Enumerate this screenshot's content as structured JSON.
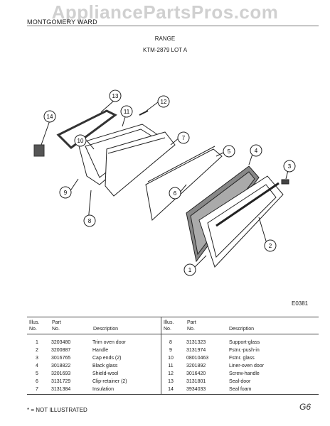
{
  "header": {
    "brand": "MONTGOMERY WARD",
    "watermark": "AppliancePartsPros.com",
    "title": "RANGE",
    "model": "KTM-2879 LOT A"
  },
  "diagram": {
    "code": "E0381",
    "callouts": [
      "13",
      "12",
      "11",
      "14",
      "10",
      "7",
      "5",
      "4",
      "3",
      "6",
      "9",
      "8",
      "2",
      "1"
    ]
  },
  "table": {
    "headers": {
      "illus": "Illus.",
      "no": "No.",
      "part": "Part",
      "part_no": "No.",
      "description": "Description"
    },
    "left_rows": [
      {
        "illus": "1",
        "part": "3203480",
        "desc": "Trim oven door"
      },
      {
        "illus": "2",
        "part": "3200887",
        "desc": "Handle"
      },
      {
        "illus": "3",
        "part": "3016765",
        "desc": "Cap ends (2)"
      },
      {
        "illus": "4",
        "part": "3018822",
        "desc": "Black glass"
      },
      {
        "illus": "5",
        "part": "3201693",
        "desc": "Shield-wool"
      },
      {
        "illus": "6",
        "part": "3131729",
        "desc": "Clip-retainer (2)"
      },
      {
        "illus": "7",
        "part": "3131384",
        "desc": "Insulation"
      }
    ],
    "right_rows": [
      {
        "illus": "8",
        "part": "3131323",
        "desc": "Support-glass"
      },
      {
        "illus": "9",
        "part": "3131974",
        "desc": "Fstnr.-push-in"
      },
      {
        "illus": "10",
        "part": "08010463",
        "desc": "Fstnr. glass"
      },
      {
        "illus": "11",
        "part": "3201892",
        "desc": "Liner-oven door"
      },
      {
        "illus": "12",
        "part": "3016420",
        "desc": "Screw-handle"
      },
      {
        "illus": "13",
        "part": "3131801",
        "desc": "Seal-door"
      },
      {
        "illus": "14",
        "part": "3934033",
        "desc": "Seal foam"
      }
    ]
  },
  "footer": {
    "note": "* = NOT ILLUSTRATED",
    "mark": "G6"
  }
}
